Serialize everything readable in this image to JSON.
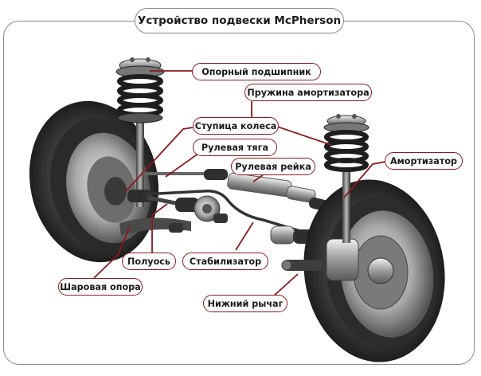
{
  "title": "Устройство подвески McPherson",
  "colors": {
    "accent": "#8b1a1f",
    "frame": "#8a8a8a",
    "text": "#1a1a1a"
  },
  "callouts": [
    {
      "id": "upper-bearing",
      "label": "Опорный подшипник"
    },
    {
      "id": "coil-spring",
      "label": "Пружина амортизатора"
    },
    {
      "id": "wheel-hub",
      "label": "Ступица колеса"
    },
    {
      "id": "tie-rod",
      "label": "Рулевая тяга"
    },
    {
      "id": "steering-rack",
      "label": "Рулевая рейка"
    },
    {
      "id": "shock-absorber",
      "label": "Амортизатор"
    },
    {
      "id": "drive-shaft",
      "label": "Полуось"
    },
    {
      "id": "stabilizer",
      "label": "Стабилизатор"
    },
    {
      "id": "ball-joint",
      "label": "Шаровая опора"
    },
    {
      "id": "lower-arm",
      "label": "Нижний рычаг"
    }
  ]
}
